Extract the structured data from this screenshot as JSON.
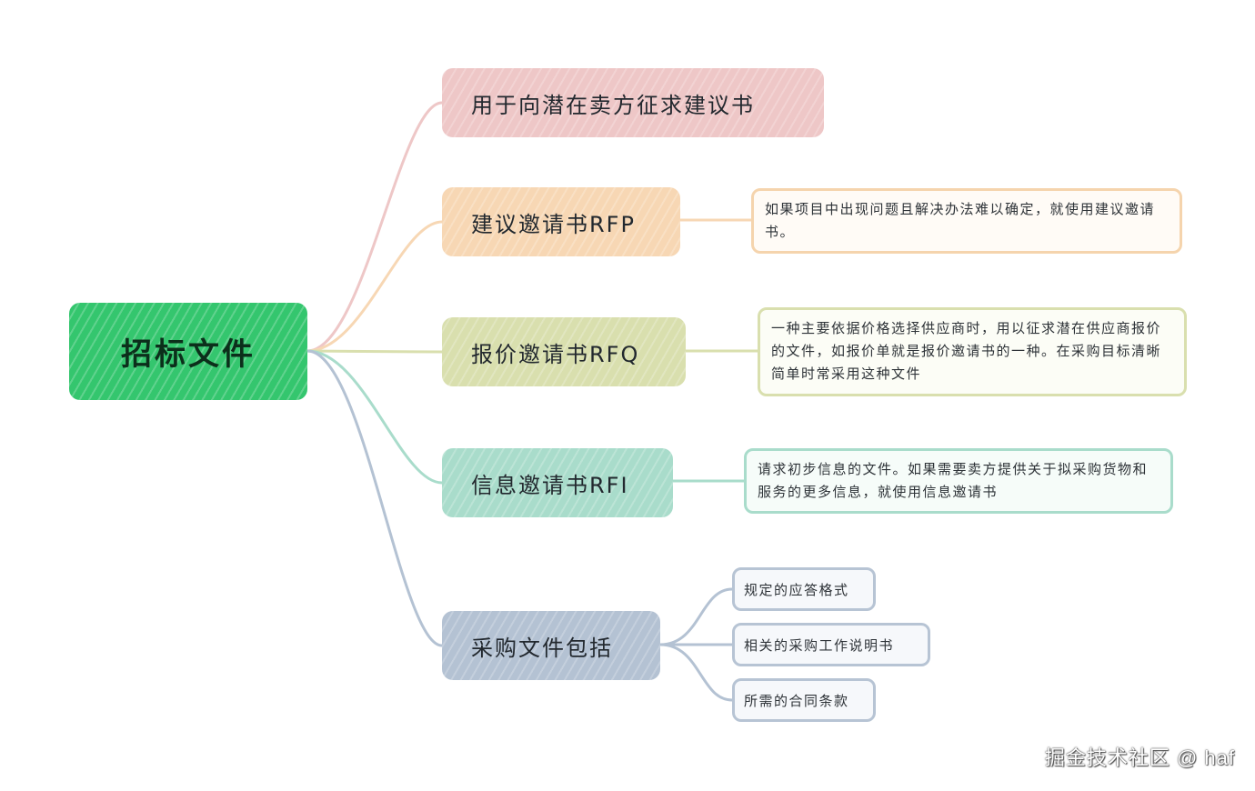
{
  "root": {
    "label": "招标文件",
    "color": "#34c66e"
  },
  "branches": [
    {
      "label": "用于向潜在卖方征求建议书",
      "color": "#eec7c7"
    },
    {
      "label": "建议邀请书RFP",
      "color": "#f7d7b4",
      "note": "如果项目中出现问题且解决办法难以确定，就使用建议邀请书。"
    },
    {
      "label": "报价邀请书RFQ",
      "color": "#d9dfae",
      "note": "一种主要依据价格选择供应商时，用以征求潜在供应商报价的文件，如报价单就是报价邀请书的一种。在采购目标清晰简单时常采用这种文件"
    },
    {
      "label": "信息邀请书RFI",
      "color": "#a9dccb",
      "note": "请求初步信息的文件。如果需要卖方提供关于拟采购货物和服务的更多信息，就使用信息邀请书"
    },
    {
      "label": "采购文件包括",
      "color": "#b4c2d3",
      "children": [
        "规定的应答格式",
        "相关的采购工作说明书",
        "所需的合同条款"
      ]
    }
  ],
  "watermark": "掘金技术社区 @ haf"
}
